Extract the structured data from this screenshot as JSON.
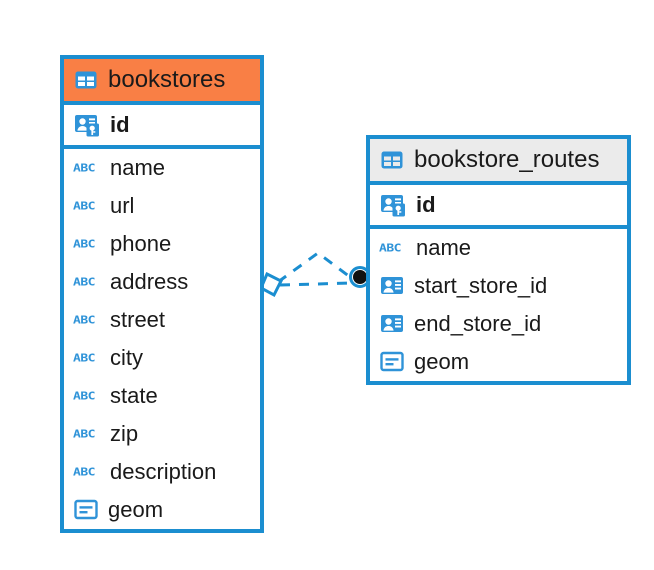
{
  "diagram": {
    "type": "entity-relationship-diagram",
    "background": "#ffffff",
    "accent_blue": "#1b8ed0",
    "accent_orange": "#f97f45",
    "accent_grey": "#ebebeb",
    "entities": [
      {
        "name": "bookstores",
        "header_color": "#f97f45",
        "table_icon": "table-icon",
        "primary_key": {
          "label": "id",
          "icon": "primary-key-icon"
        },
        "fields": [
          {
            "label": "name",
            "icon": "text-abc-icon",
            "icon_text": "ABC"
          },
          {
            "label": "url",
            "icon": "text-abc-icon",
            "icon_text": "ABC"
          },
          {
            "label": "phone",
            "icon": "text-abc-icon",
            "icon_text": "ABC"
          },
          {
            "label": "address",
            "icon": "text-abc-icon",
            "icon_text": "ABC"
          },
          {
            "label": "street",
            "icon": "text-abc-icon",
            "icon_text": "ABC"
          },
          {
            "label": "city",
            "icon": "text-abc-icon",
            "icon_text": "ABC"
          },
          {
            "label": "state",
            "icon": "text-abc-icon",
            "icon_text": "ABC"
          },
          {
            "label": "zip",
            "icon": "text-abc-icon",
            "icon_text": "ABC"
          },
          {
            "label": "description",
            "icon": "text-abc-icon",
            "icon_text": "ABC"
          },
          {
            "label": "geom",
            "icon": "geometry-icon"
          }
        ]
      },
      {
        "name": "bookstore_routes",
        "header_color": "#ebebeb",
        "table_icon": "table-icon",
        "primary_key": {
          "label": "id",
          "icon": "primary-key-icon"
        },
        "fields": [
          {
            "label": "name",
            "icon": "text-abc-icon",
            "icon_text": "ABC"
          },
          {
            "label": "start_store_id",
            "icon": "foreign-key-icon"
          },
          {
            "label": "end_store_id",
            "icon": "foreign-key-icon"
          },
          {
            "label": "geom",
            "icon": "geometry-icon"
          }
        ]
      }
    ],
    "relationship": {
      "style": "dashed",
      "color": "#1b8ed0",
      "source_marker": "diamond-marker",
      "target_marker": "filled-circle-marker",
      "edges": 2
    }
  }
}
